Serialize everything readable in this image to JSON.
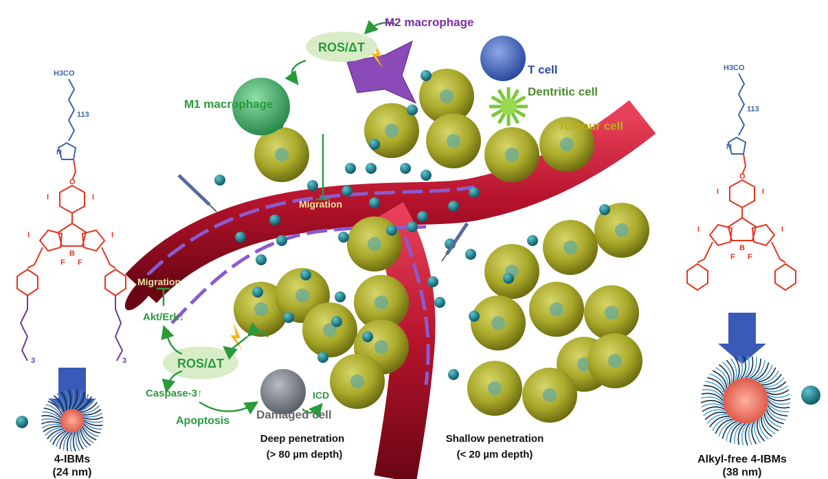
{
  "colors": {
    "vessel": "#b3122a",
    "vessel_light": "#e0304a",
    "endothelium": "#8a5bd0",
    "tumour_cell": "#a8a82a",
    "nanoparticle": "#1a7a88",
    "green_text": "#2a9a3c",
    "m2_purple": "#7b2f9e",
    "t_cell_blue": "#2d4a9e",
    "peg_blue": "#3a64a8",
    "bodipy_red": "#e8321e",
    "alkyl_purple": "#6a3a9a"
  },
  "labels": {
    "m2_macrophage": "M2 macrophage",
    "ros_top": "ROS/ΔT",
    "t_cell": "T cell",
    "m1_macrophage": "M1 macrophage",
    "dendritic_cell": "Dentritic cell",
    "tumour_cell": "Tumour cell",
    "migration_top": "Migration",
    "migration_left": "Migration",
    "akt_erk": "Akt/Erk↓",
    "ros_bottom": "ROS/ΔT",
    "caspase": "Caspase-3↑",
    "apoptosis": "Apoptosis",
    "damaged_cell": "Damaged cell",
    "icd": "ICD",
    "deep_penetration": "Deep penetration",
    "deep_depth": "(> 80 µm depth)",
    "shallow_penetration": "Shallow penetration",
    "shallow_depth": "(< 20 µm depth)"
  },
  "left_panel": {
    "name": "4-IBMs",
    "size": "(24 nm)",
    "peg_end": "H3CO",
    "peg_repeat": "113",
    "alkyl_repeat": "3"
  },
  "right_panel": {
    "name": "Alkyl-free 4-IBMs",
    "size": "(38 nm)",
    "peg_end": "H3CO",
    "peg_repeat": "113"
  },
  "chem_atoms": {
    "N": "N",
    "O": "O",
    "I": "I",
    "B": "B",
    "F": "F"
  }
}
